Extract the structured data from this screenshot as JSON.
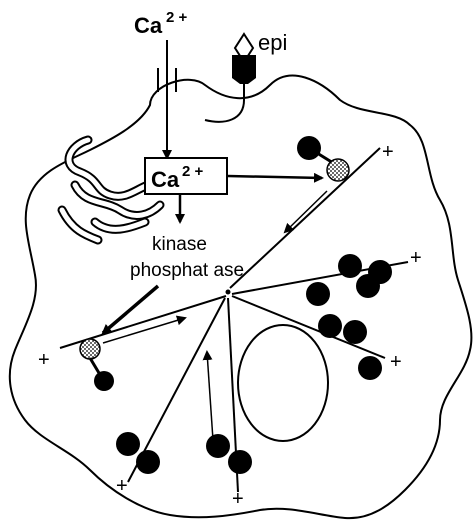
{
  "labels": {
    "ca_outside": "Ca",
    "ca_outside_sup": "2 +",
    "epi": "epi",
    "ca_box": "Ca",
    "ca_box_sup": "2 +",
    "kinase": "kinase",
    "phosphatase": "phosphat ase",
    "plus": "+"
  }
}
